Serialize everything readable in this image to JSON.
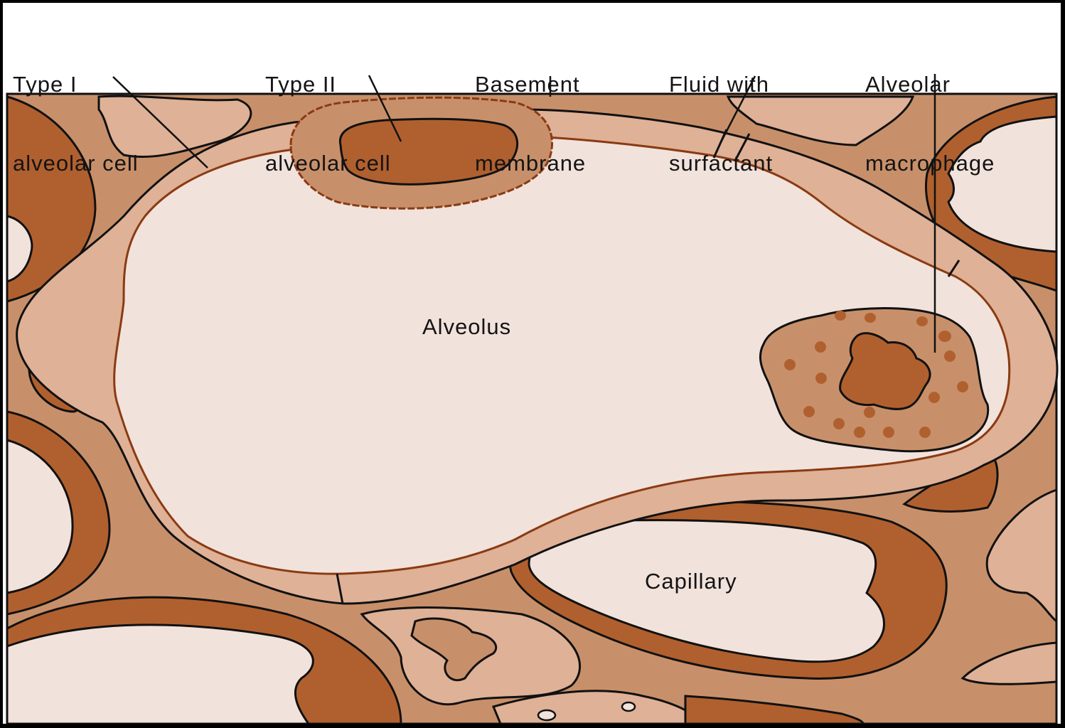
{
  "labels": {
    "type1": {
      "line1": "Type I",
      "line2": "alveolar cell"
    },
    "type2": {
      "line1": "Type II",
      "line2": "alveolar cell"
    },
    "basement": {
      "line1": "Basement",
      "line2": "membrane"
    },
    "fluid": {
      "line1": "Fluid with",
      "line2": "surfactant"
    },
    "macrophage": {
      "line1": "Alveolar",
      "line2": "macrophage"
    },
    "alveolus": "Alveolus",
    "capillary": "Capillary"
  },
  "colors": {
    "tissue": "#c8906a",
    "wall": "#dfb196",
    "lumen": "#f1e2dc",
    "dark_cell": "#b0602e",
    "outline": "#111111",
    "membrane_line": "#8a3a12"
  }
}
